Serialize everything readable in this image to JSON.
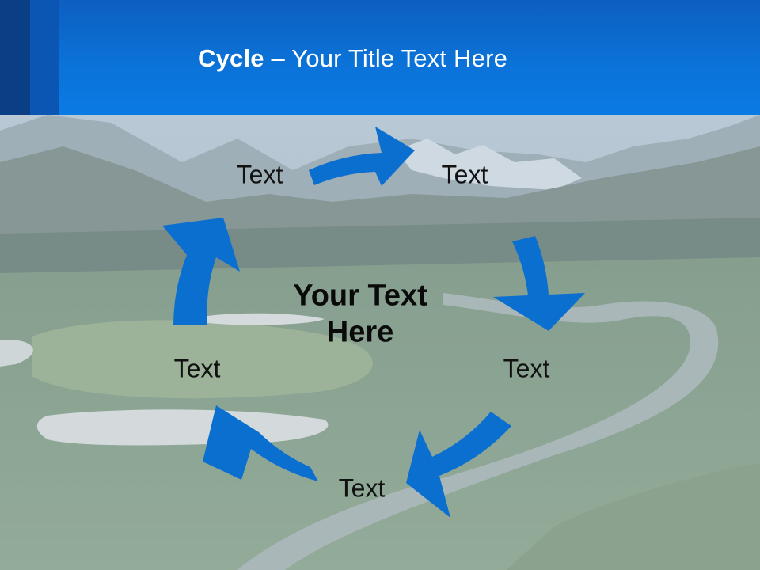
{
  "slide": {
    "title_bold": "Cycle",
    "title_rest": " – Your Title Text Here",
    "center_text": "Your Text Here",
    "nodes": [
      {
        "label": "Text"
      },
      {
        "label": "Text"
      },
      {
        "label": "Text"
      },
      {
        "label": "Text"
      },
      {
        "label": "Text"
      }
    ]
  },
  "colors": {
    "header_blue": "#0b72d8",
    "arrow_blue": "#0b6fd0",
    "text": "#111111",
    "title_text": "#ffffff"
  },
  "icons": {
    "background": "mountain-golf-course-photo",
    "arrows": "curved-cycle-arrow"
  }
}
